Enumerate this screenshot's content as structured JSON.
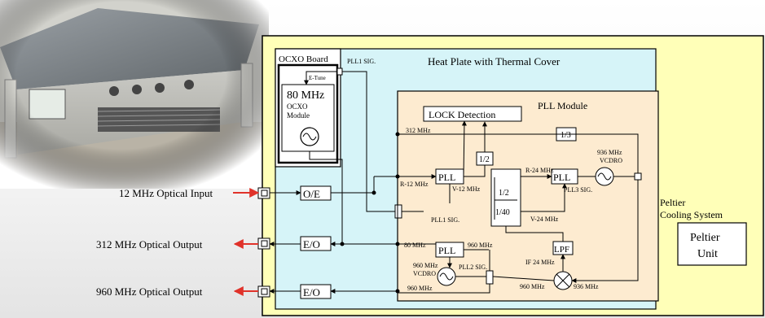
{
  "photo": {
    "panel_screen_text": "",
    "description_icon": "ocxo-chassis-photo"
  },
  "diagram": {
    "heat_plate_title": "Heat Plate with Thermal Cover",
    "ocxo_board": {
      "title": "OCXO Board",
      "pll1_sig": "PLL1 SIG.",
      "e_tune": "E-Tune",
      "freq": "80 MHz",
      "label_line1": "OCXO",
      "label_line2": "Module"
    },
    "pll_module": {
      "title": "PLL Module",
      "lock_detection": "LOCK Detection",
      "pll_a": "PLL",
      "pll_b": "PLL",
      "pll_c": "PLL",
      "lpf": "LPF",
      "div_1_3": "1/3",
      "div_1_2_small": "1/2",
      "div_big_top": "1/2",
      "div_big_bottom": "1/40",
      "vcdro1_freq": "936 MHz",
      "vcdro1_label": "VCDRO",
      "vcdro2_freq": "960 MHz",
      "vcdro2_label": "VCDRO"
    },
    "signal_labels": {
      "s312": "312 MHz",
      "r12": "R-12 MHz",
      "v12": "V-12 MHz",
      "r24": "R-24 MHz",
      "v24": "V-24 MHz",
      "pll1_sig": "PLL1 SIG.",
      "pll3_sig": "PLL3 SIG.",
      "pll2_sig": "PLL2 SIG.",
      "m80": "80 MHz",
      "m960_top": "960 MHz",
      "if24": "IF 24 MHz",
      "m960_mix": "960 MHz",
      "m936_mix": "936 MHz",
      "m960_bottom": "960 MHz"
    },
    "io": {
      "input_12": "12 MHz Optical Input",
      "output_312": "312 MHz Optical Output",
      "output_960": "960 MHz Optical Output",
      "oe": "O/E",
      "eo1": "E/O",
      "eo2": "E/O"
    },
    "peltier": {
      "system_line1": "Peltier",
      "system_line2": "Cooling System",
      "unit_line1": "Peltier",
      "unit_line2": "Unit"
    },
    "colors": {
      "outer_box": "#ffffb8",
      "heat_plate": "#d6f4f8",
      "pll_module": "#fdebd0",
      "io_arrow": "#e0322a",
      "line": "#000000"
    }
  }
}
